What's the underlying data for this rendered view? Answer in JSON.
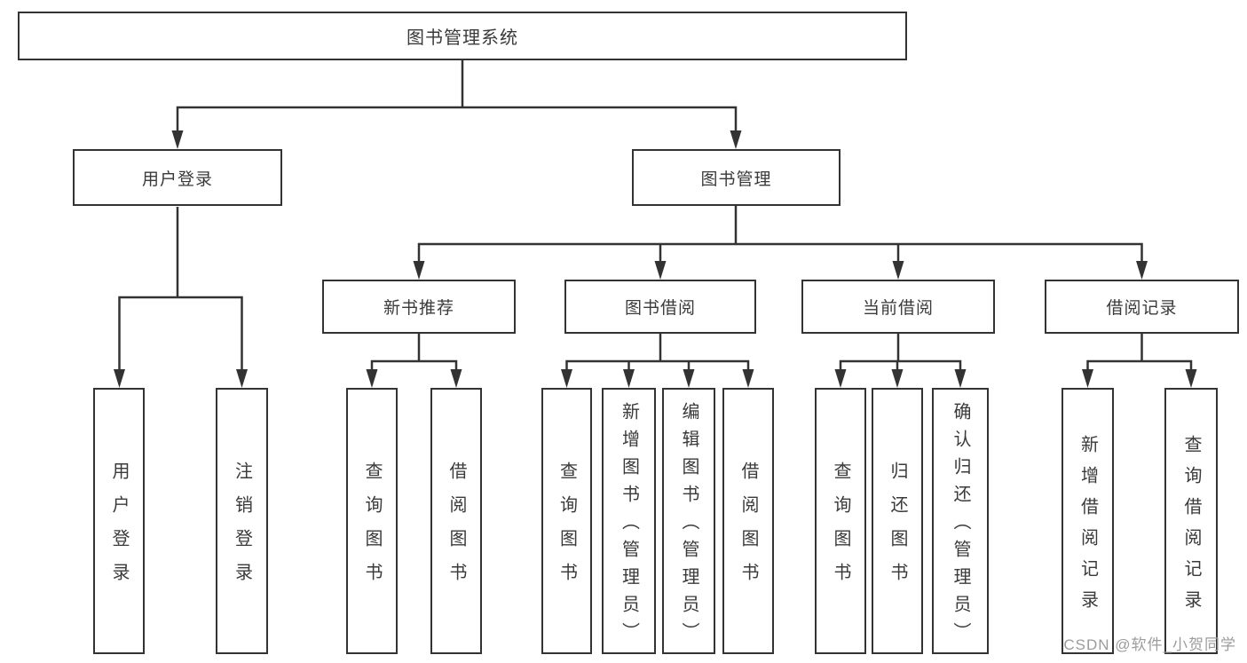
{
  "diagram": {
    "type": "hierarchy-tree",
    "tree": {
      "root": {
        "label": "图书管理系统"
      },
      "level2": [
        {
          "label": "用户登录",
          "children": [
            "用户登录",
            "注销登录"
          ]
        },
        {
          "label": "图书管理",
          "children_groups": "see level3"
        }
      ],
      "level3": [
        {
          "label": "新书推荐",
          "children": [
            "查询图书",
            "借阅图书"
          ]
        },
        {
          "label": "图书借阅",
          "children": [
            "查询图书",
            "新增图书（管理员）",
            "编辑图书（管理员）",
            "借阅图书"
          ]
        },
        {
          "label": "当前借阅",
          "children": [
            "查询图书",
            "归还图书",
            "确认归还（管理员）"
          ]
        },
        {
          "label": "借阅记录",
          "children": [
            "新增借阅记录",
            "查询借阅记录"
          ]
        }
      ]
    },
    "colors": {
      "line": "#333333",
      "node_border": "#333333",
      "node_text": "#3a3a3a",
      "background": "#ffffff",
      "watermark_text": "#9c9c9c"
    }
  },
  "watermark": {
    "label": "CSDN @软件_小贺同学"
  }
}
